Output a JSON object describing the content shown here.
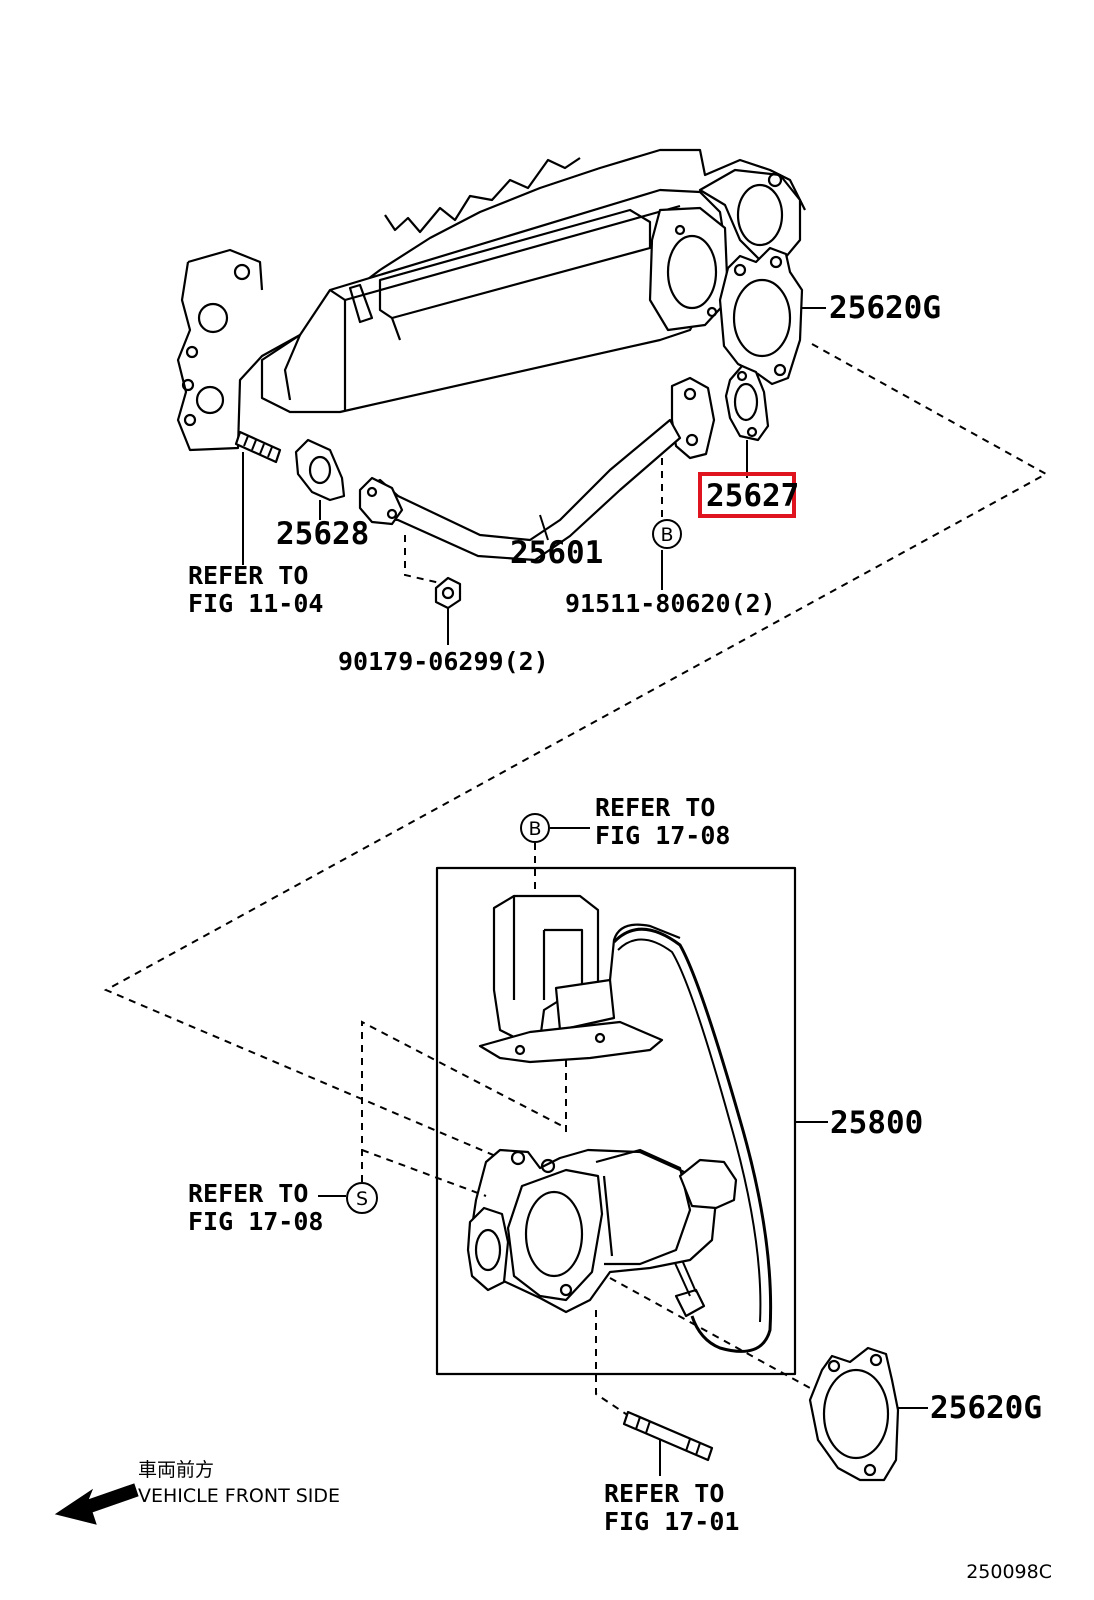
{
  "callouts": {
    "p25620g_top": "25620G",
    "p25627": "25627",
    "p25628": "25628",
    "p25601": "25601",
    "p91511": "91511-80620(2)",
    "p90179": "90179-06299(2)",
    "p25800": "25800",
    "p25620g_bottom": "25620G"
  },
  "refer_labels": {
    "top_left_line1": "REFER TO",
    "top_left_line2": "FIG 11-04",
    "b_line1": "REFER TO",
    "b_line2": "FIG 17-08",
    "s_line1": "REFER TO",
    "s_line2": "FIG 17-08",
    "bottom_line1": "REFER TO",
    "bottom_line2": "FIG 17-01"
  },
  "markers": {
    "b": "B",
    "s": "S"
  },
  "direction": {
    "jp": "車両前方",
    "en": "VEHICLE FRONT SIDE"
  },
  "figure_code": "250098C",
  "highlight": {
    "part": "25627",
    "color": "#e0141e"
  }
}
